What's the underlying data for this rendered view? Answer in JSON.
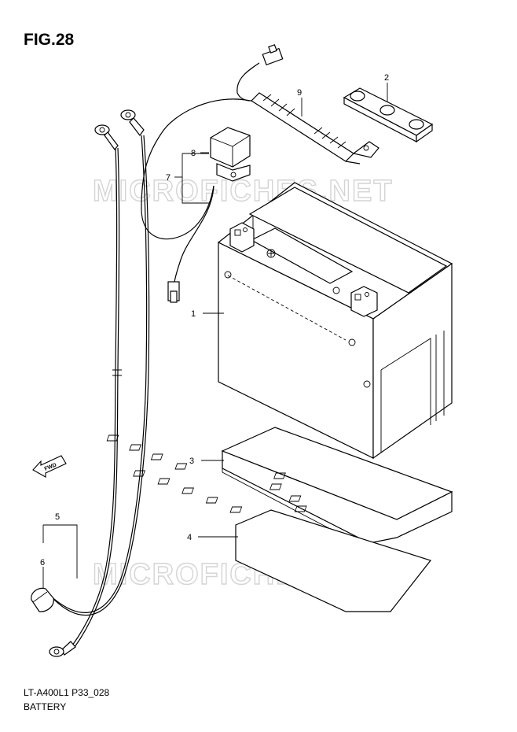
{
  "figure_title": "FIG.28",
  "watermark": "MICROFICHES.NET",
  "model_code": "LT-A400L1  P33_028",
  "caption": "BATTERY",
  "fwd_label": "FWD",
  "callouts": {
    "c1": "1",
    "c2": "2",
    "c3": "3",
    "c4": "4",
    "c5": "5",
    "c6": "6",
    "c7": "7",
    "c8": "8",
    "c9": "9"
  }
}
